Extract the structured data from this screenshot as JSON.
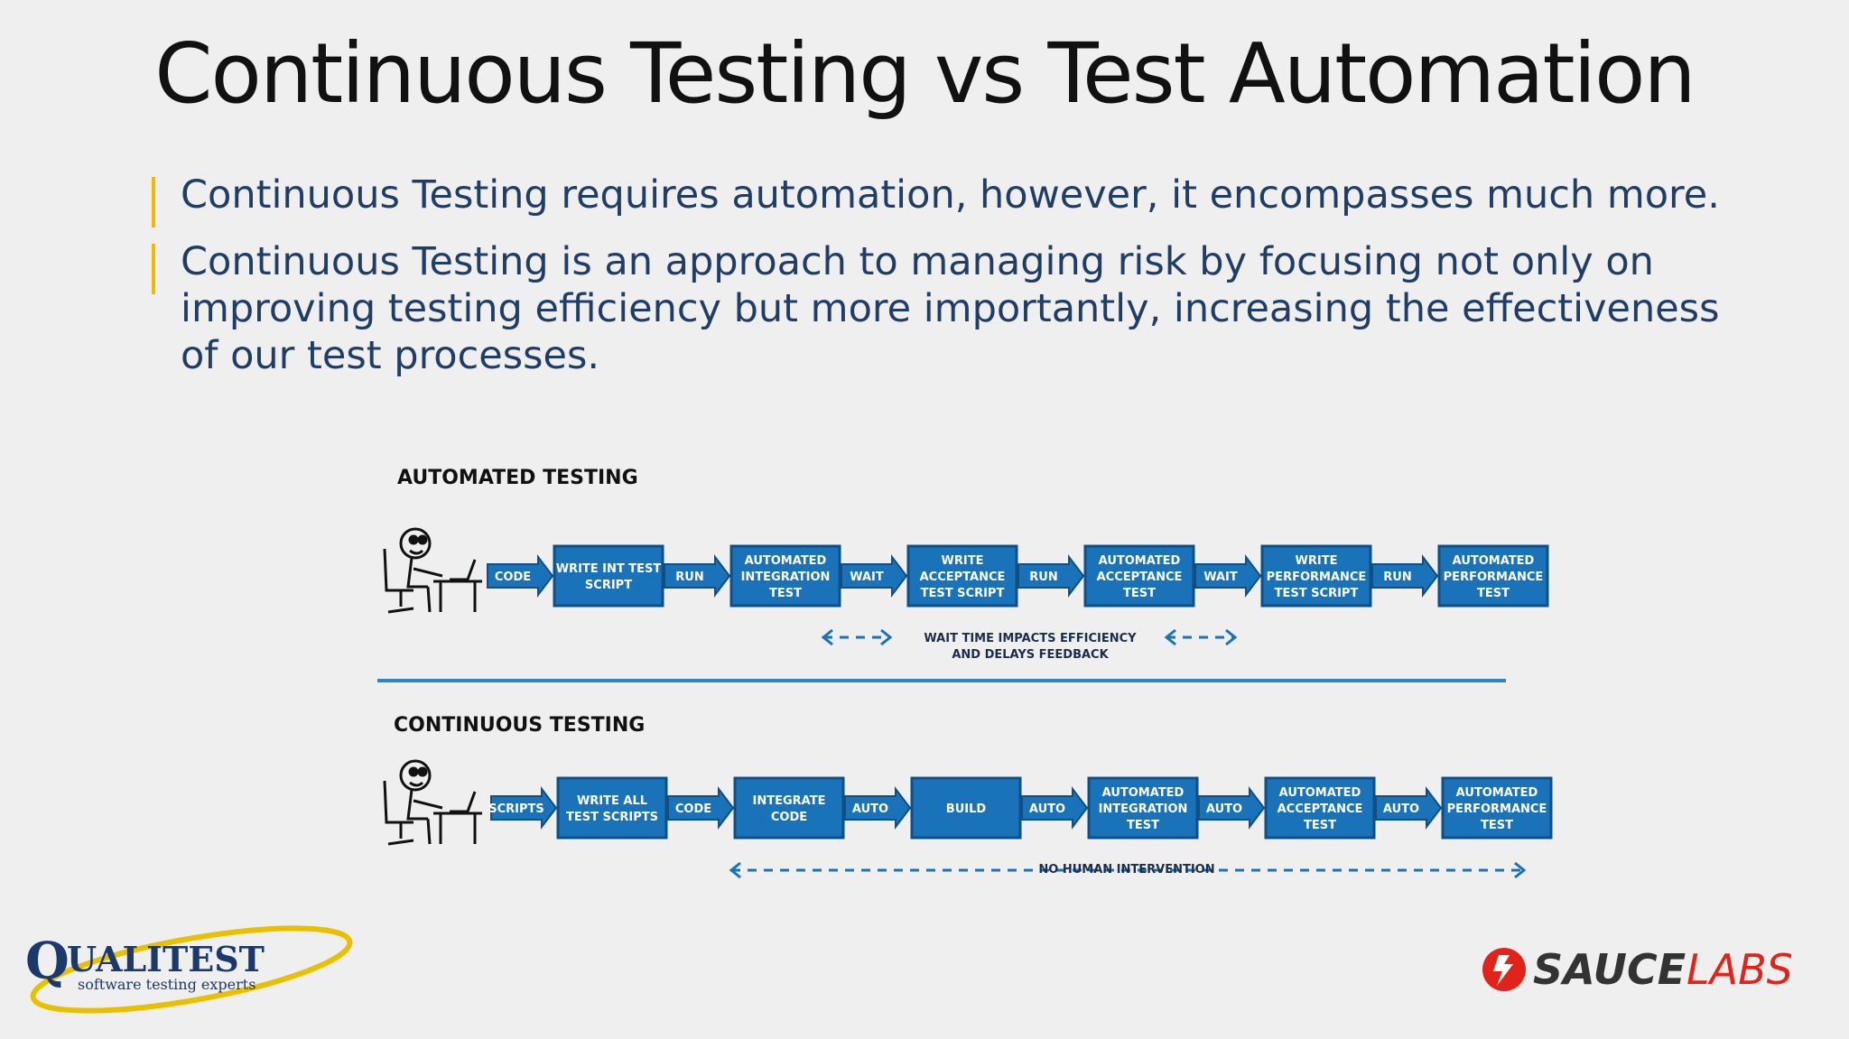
{
  "slide": {
    "title": "Continuous Testing vs Test Automation",
    "bullets": [
      "Continuous Testing requires automation, however, it encompasses much more.",
      "Continuous Testing is an approach to managing risk by focusing not only on improving testing efficiency but more importantly, increasing the effectiveness of our test processes."
    ]
  },
  "diagram": {
    "automated": {
      "heading": "AUTOMATED TESTING",
      "arrows": [
        "CODE",
        "RUN",
        "WAIT",
        "RUN",
        "WAIT",
        "RUN"
      ],
      "boxes": [
        [
          "WRITE INT TEST",
          "SCRIPT"
        ],
        [
          "AUTOMATED",
          "INTEGRATION",
          "TEST"
        ],
        [
          "WRITE",
          "ACCEPTANCE",
          "TEST SCRIPT"
        ],
        [
          "AUTOMATED",
          "ACCEPTANCE",
          "TEST"
        ],
        [
          "WRITE",
          "PERFORMANCE",
          "TEST SCRIPT"
        ],
        [
          "AUTOMATED",
          "PERFORMANCE",
          "TEST"
        ]
      ],
      "note": [
        "WAIT TIME IMPACTS EFFICIENCY",
        "AND DELAYS FEEDBACK"
      ]
    },
    "continuous": {
      "heading": "CONTINUOUS TESTING",
      "arrows": [
        "SCRIPTS",
        "CODE",
        "AUTO",
        "AUTO",
        "AUTO",
        "AUTO"
      ],
      "boxes": [
        [
          "WRITE ALL",
          "TEST SCRIPTS"
        ],
        [
          "INTEGRATE",
          "CODE"
        ],
        [
          "BUILD"
        ],
        [
          "AUTOMATED",
          "INTEGRATION",
          "TEST"
        ],
        [
          "AUTOMATED",
          "ACCEPTANCE",
          "TEST"
        ],
        [
          "AUTOMATED",
          "PERFORMANCE",
          "TEST"
        ]
      ],
      "note": "NO HUMAN INTERVENTION"
    },
    "colors": {
      "box": "#1a73b8",
      "boxDark": "#0d4f86",
      "divider": "#2a86c9"
    }
  },
  "logos": {
    "qualitest": {
      "name": "QUALITEST",
      "tagline": "software testing experts"
    },
    "saucelabs": {
      "word1": "SAUCE",
      "word2": "LABS"
    }
  }
}
